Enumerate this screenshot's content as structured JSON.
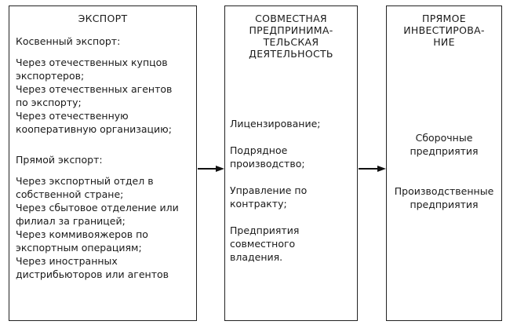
{
  "export": {
    "title": "ЭКСПОРТ",
    "indirect_heading": "Косвенный экспорт:",
    "indirect_items": [
      "Через отечественных купцов\nэкспортеров;",
      "Через отечественных агентов\nпо экспорту;",
      "Через отечественную\nкооперативную организацию;"
    ],
    "direct_heading": "Прямой экспорт:",
    "direct_items": [
      "Через экспортный отдел в\nсобственной стране;",
      "Через сбытовое отделение или\nфилиал за границей;",
      "Через коммивояжеров по\nэкспортным операциям;",
      "Через иностранных\nдистрибьюторов или агентов"
    ]
  },
  "joint": {
    "title": "СОВМЕСТНАЯ\nПРЕДПРИНИМА-\nТЕЛЬСКАЯ\nДЕЯТЕЛЬНОСТЬ",
    "items": [
      "Лицензирование;",
      "Подрядное\nпроизводство;",
      "Управление по\nконтракту;",
      "Предприятия\nсовместного\nвладения."
    ]
  },
  "direct": {
    "title": "ПРЯМОЕ\nИНВЕСТИРОВА-\nНИЕ",
    "items": [
      "Сборочные\nпредприятия",
      "Производственные\nпредприятия"
    ]
  },
  "colors": {
    "border": "#222222",
    "text": "#1a1a1a",
    "arrow": "#111111"
  }
}
